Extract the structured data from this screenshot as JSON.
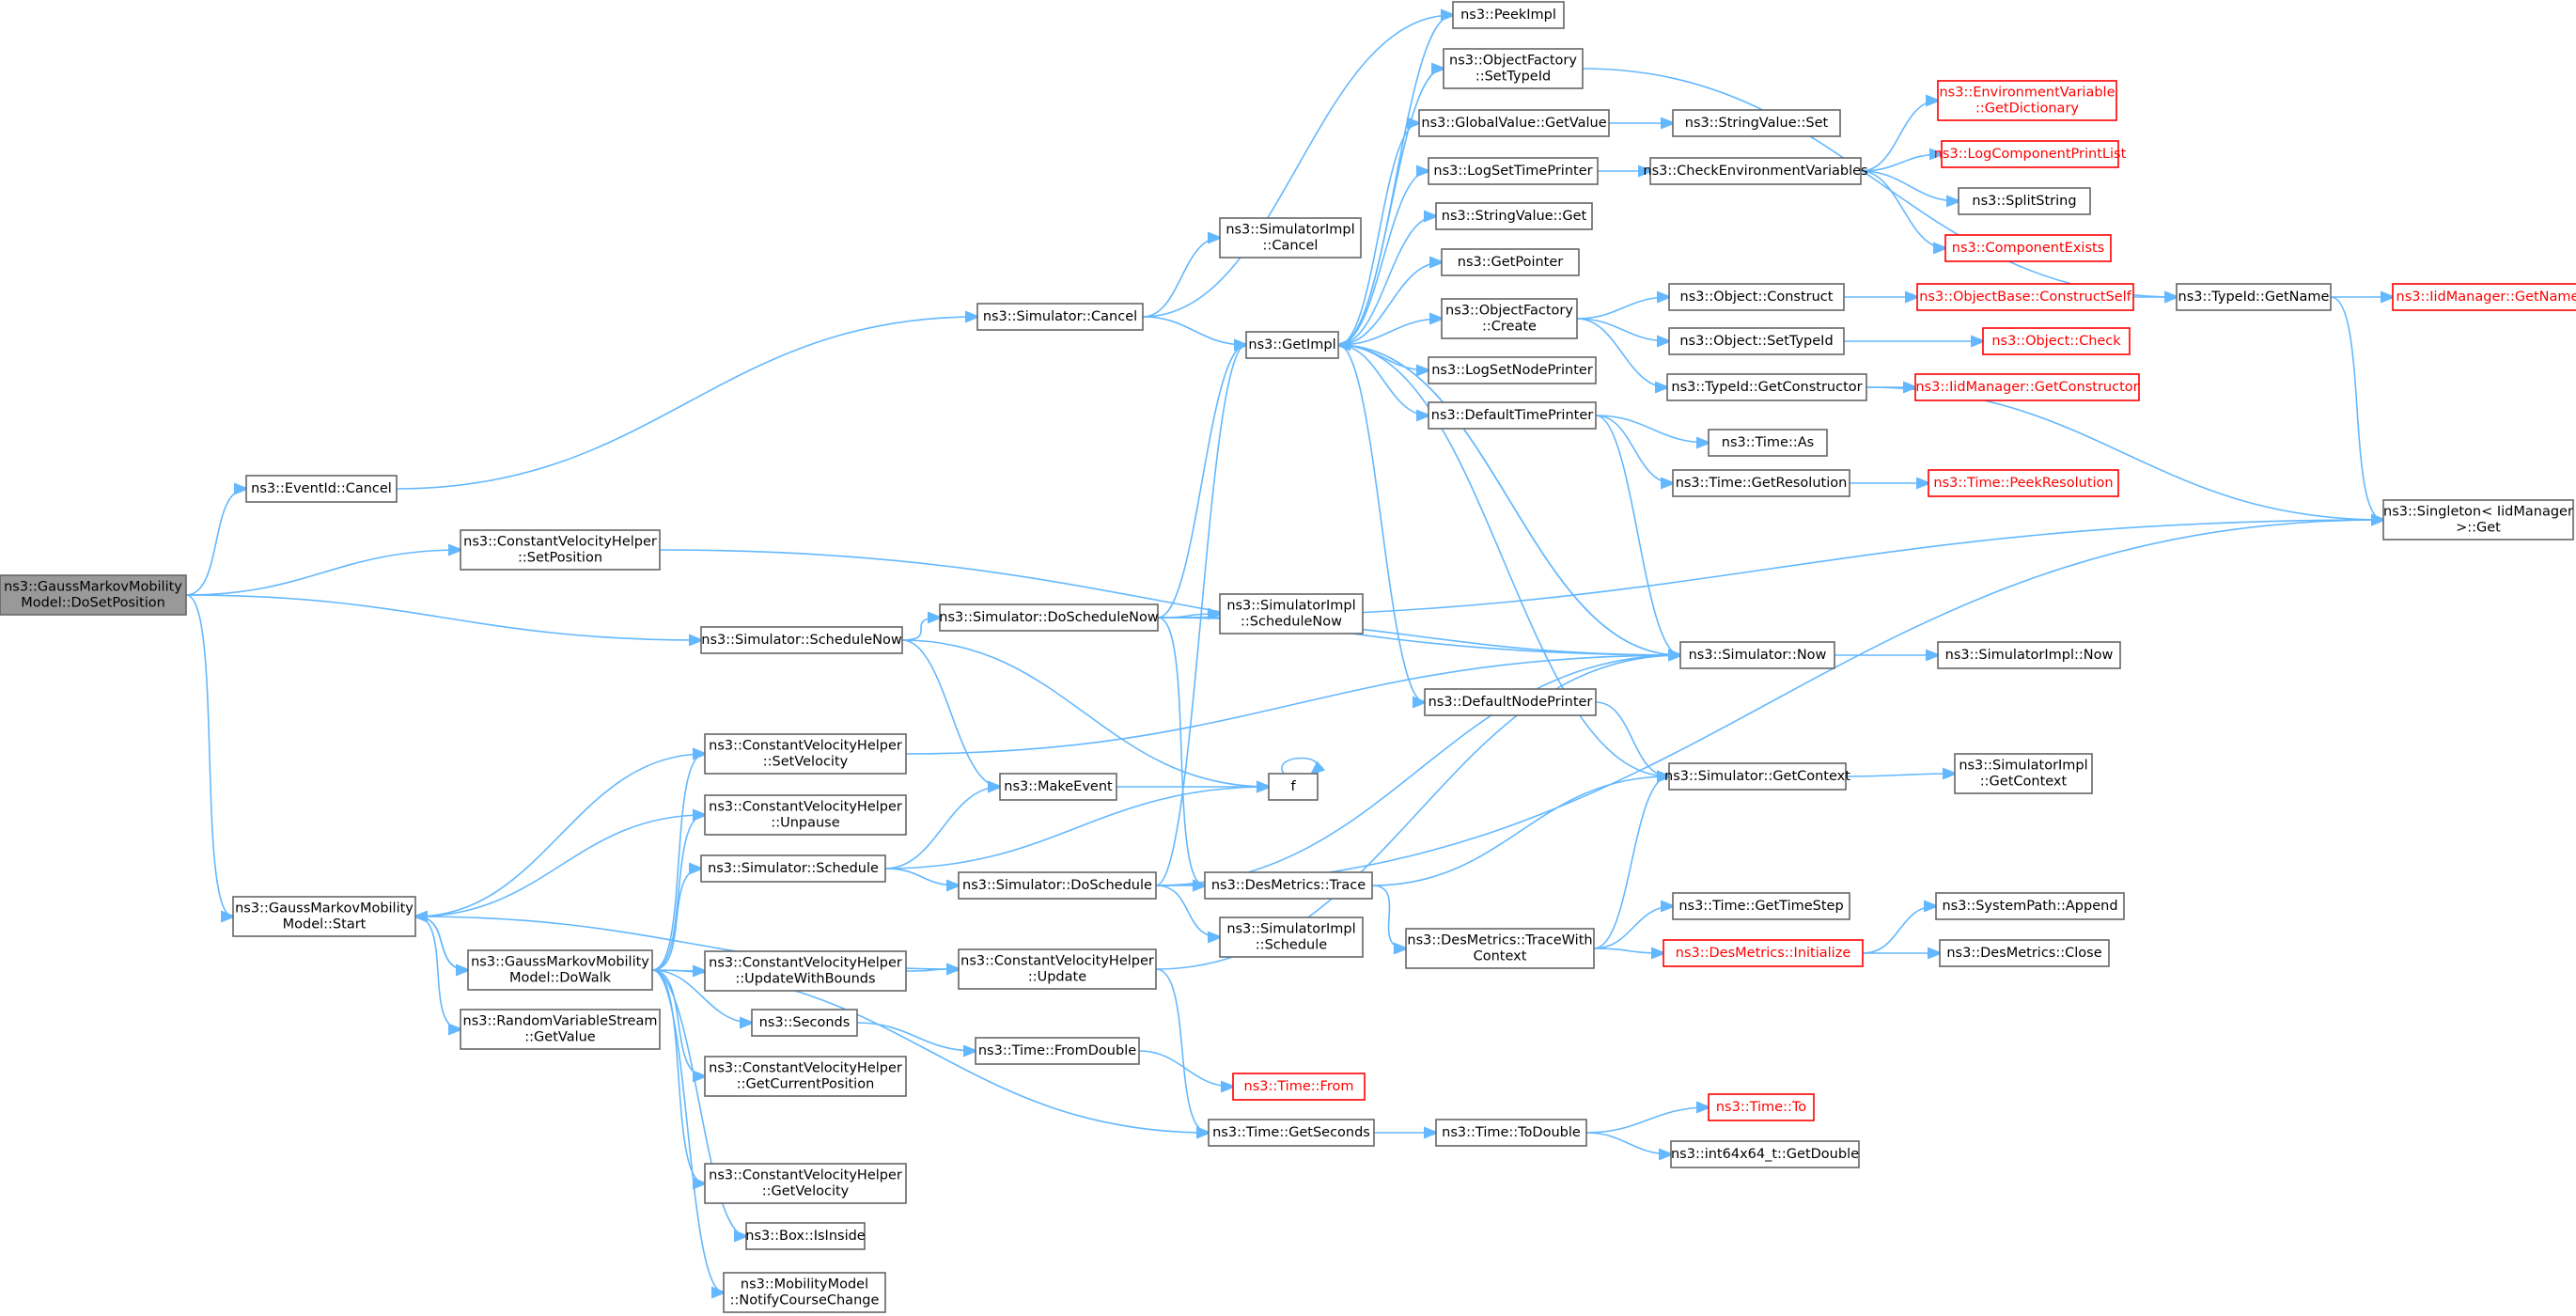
{
  "diagram": {
    "type": "call-graph",
    "colors": {
      "edge": "#63b8ff",
      "node_border": "#666666",
      "root_fill": "#999999",
      "incomplete_border": "#ff0000"
    },
    "nodes": [
      {
        "id": "root",
        "lines": [
          "ns3::GaussMarkovMobility",
          "Model::DoSetPosition"
        ],
        "style": "root"
      },
      {
        "id": "eventid_cancel",
        "lines": [
          "ns3::EventId::Cancel"
        ]
      },
      {
        "id": "cvh_setposition",
        "lines": [
          "ns3::ConstantVelocityHelper",
          "::SetPosition"
        ]
      },
      {
        "id": "sim_schedulenow",
        "lines": [
          "ns3::Simulator::ScheduleNow"
        ]
      },
      {
        "id": "gmm_start",
        "lines": [
          "ns3::GaussMarkovMobility",
          "Model::Start"
        ]
      },
      {
        "id": "sim_cancel",
        "lines": [
          "ns3::Simulator::Cancel"
        ]
      },
      {
        "id": "simimpl_cancel",
        "lines": [
          "ns3::SimulatorImpl",
          "::Cancel"
        ]
      },
      {
        "id": "getimpl",
        "lines": [
          "ns3::GetImpl"
        ]
      },
      {
        "id": "peekimpl",
        "lines": [
          "ns3::PeekImpl"
        ]
      },
      {
        "id": "of_settypeid",
        "lines": [
          "ns3::ObjectFactory",
          "::SetTypeId"
        ]
      },
      {
        "id": "gv_getvalue",
        "lines": [
          "ns3::GlobalValue::GetValue"
        ]
      },
      {
        "id": "logsettimeprinter",
        "lines": [
          "ns3::LogSetTimePrinter"
        ]
      },
      {
        "id": "sv_get",
        "lines": [
          "ns3::StringValue::Get"
        ]
      },
      {
        "id": "getpointer",
        "lines": [
          "ns3::GetPointer"
        ]
      },
      {
        "id": "of_create",
        "lines": [
          "ns3::ObjectFactory",
          "::Create"
        ]
      },
      {
        "id": "logsetnodeprinter",
        "lines": [
          "ns3::LogSetNodePrinter"
        ]
      },
      {
        "id": "defaulttimeprinter",
        "lines": [
          "ns3::DefaultTimePrinter"
        ]
      },
      {
        "id": "defaultnodeprinter",
        "lines": [
          "ns3::DefaultNodePrinter"
        ]
      },
      {
        "id": "sv_set",
        "lines": [
          "ns3::StringValue::Set"
        ]
      },
      {
        "id": "checkenv",
        "lines": [
          "ns3::CheckEnvironmentVariables"
        ]
      },
      {
        "id": "envvar_getdict",
        "lines": [
          "ns3::EnvironmentVariable",
          "::GetDictionary"
        ],
        "style": "red"
      },
      {
        "id": "logcompprintlist",
        "lines": [
          "ns3::LogComponentPrintList"
        ],
        "style": "red"
      },
      {
        "id": "splitstring",
        "lines": [
          "ns3::SplitString"
        ]
      },
      {
        "id": "componentexists",
        "lines": [
          "ns3::ComponentExists"
        ],
        "style": "red"
      },
      {
        "id": "obj_construct",
        "lines": [
          "ns3::Object::Construct"
        ]
      },
      {
        "id": "ob_constructself",
        "lines": [
          "ns3::ObjectBase::ConstructSelf"
        ],
        "style": "red"
      },
      {
        "id": "typeid_getname",
        "lines": [
          "ns3::TypeId::GetName"
        ]
      },
      {
        "id": "iidm_getname",
        "lines": [
          "ns3::IidManager::GetName"
        ],
        "style": "red"
      },
      {
        "id": "obj_settypeid",
        "lines": [
          "ns3::Object::SetTypeId"
        ]
      },
      {
        "id": "obj_check",
        "lines": [
          "ns3::Object::Check"
        ],
        "style": "red"
      },
      {
        "id": "typeid_getconstructor",
        "lines": [
          "ns3::TypeId::GetConstructor"
        ]
      },
      {
        "id": "iidm_getconstructor",
        "lines": [
          "ns3::IidManager::GetConstructor"
        ],
        "style": "red"
      },
      {
        "id": "time_as",
        "lines": [
          "ns3::Time::As"
        ]
      },
      {
        "id": "time_getresolution",
        "lines": [
          "ns3::Time::GetResolution"
        ]
      },
      {
        "id": "time_peekresolution",
        "lines": [
          "ns3::Time::PeekResolution"
        ],
        "style": "red"
      },
      {
        "id": "singleton_get",
        "lines": [
          "ns3::Singleton< IidManager",
          ">::Get"
        ]
      },
      {
        "id": "sim_doschedulenow",
        "lines": [
          "ns3::Simulator::DoScheduleNow"
        ]
      },
      {
        "id": "simimpl_schedulenow",
        "lines": [
          "ns3::SimulatorImpl",
          "::ScheduleNow"
        ]
      },
      {
        "id": "sim_now",
        "lines": [
          "ns3::Simulator::Now"
        ]
      },
      {
        "id": "simimpl_now",
        "lines": [
          "ns3::SimulatorImpl::Now"
        ]
      },
      {
        "id": "sim_getcontext",
        "lines": [
          "ns3::Simulator::GetContext"
        ]
      },
      {
        "id": "simimpl_getcontext",
        "lines": [
          "ns3::SimulatorImpl",
          "::GetContext"
        ]
      },
      {
        "id": "cvh_setvelocity",
        "lines": [
          "ns3::ConstantVelocityHelper",
          "::SetVelocity"
        ]
      },
      {
        "id": "cvh_unpause",
        "lines": [
          "ns3::ConstantVelocityHelper",
          "::Unpause"
        ]
      },
      {
        "id": "makeevent",
        "lines": [
          "ns3::MakeEvent"
        ]
      },
      {
        "id": "f",
        "lines": [
          "f"
        ]
      },
      {
        "id": "sim_schedule",
        "lines": [
          "ns3::Simulator::Schedule"
        ]
      },
      {
        "id": "sim_doschedule",
        "lines": [
          "ns3::Simulator::DoSchedule"
        ]
      },
      {
        "id": "desm_trace",
        "lines": [
          "ns3::DesMetrics::Trace"
        ]
      },
      {
        "id": "simimpl_schedule",
        "lines": [
          "ns3::SimulatorImpl",
          "::Schedule"
        ]
      },
      {
        "id": "desm_tracewithcontext",
        "lines": [
          "ns3::DesMetrics::TraceWith",
          "Context"
        ]
      },
      {
        "id": "time_gettimestep",
        "lines": [
          "ns3::Time::GetTimeStep"
        ]
      },
      {
        "id": "desm_initialize",
        "lines": [
          "ns3::DesMetrics::Initialize"
        ],
        "style": "red"
      },
      {
        "id": "systempath_append",
        "lines": [
          "ns3::SystemPath::Append"
        ]
      },
      {
        "id": "desm_close",
        "lines": [
          "ns3::DesMetrics::Close"
        ]
      },
      {
        "id": "gmm_dowalk",
        "lines": [
          "ns3::GaussMarkovMobility",
          "Model::DoWalk"
        ]
      },
      {
        "id": "rvs_getvalue",
        "lines": [
          "ns3::RandomVariableStream",
          "::GetValue"
        ]
      },
      {
        "id": "cvh_updatewithbounds",
        "lines": [
          "ns3::ConstantVelocityHelper",
          "::UpdateWithBounds"
        ]
      },
      {
        "id": "cvh_update",
        "lines": [
          "ns3::ConstantVelocityHelper",
          "::Update"
        ]
      },
      {
        "id": "seconds",
        "lines": [
          "ns3::Seconds"
        ]
      },
      {
        "id": "time_fromdouble",
        "lines": [
          "ns3::Time::FromDouble"
        ]
      },
      {
        "id": "time_from",
        "lines": [
          "ns3::Time::From"
        ],
        "style": "red"
      },
      {
        "id": "cvh_getcurrentposition",
        "lines": [
          "ns3::ConstantVelocityHelper",
          "::GetCurrentPosition"
        ]
      },
      {
        "id": "time_getseconds",
        "lines": [
          "ns3::Time::GetSeconds"
        ]
      },
      {
        "id": "time_todouble",
        "lines": [
          "ns3::Time::ToDouble"
        ]
      },
      {
        "id": "time_to",
        "lines": [
          "ns3::Time::To"
        ],
        "style": "red"
      },
      {
        "id": "int64_getdouble",
        "lines": [
          "ns3::int64x64_t::GetDouble"
        ]
      },
      {
        "id": "cvh_getvelocity",
        "lines": [
          "ns3::ConstantVelocityHelper",
          "::GetVelocity"
        ]
      },
      {
        "id": "box_isinside",
        "lines": [
          "ns3::Box::IsInside"
        ]
      },
      {
        "id": "mm_notifycoursechange",
        "lines": [
          "ns3::MobilityModel",
          "::NotifyCourseChange"
        ]
      }
    ],
    "edges": [
      [
        "root",
        "eventid_cancel"
      ],
      [
        "root",
        "cvh_setposition"
      ],
      [
        "root",
        "sim_schedulenow"
      ],
      [
        "root",
        "gmm_start"
      ],
      [
        "eventid_cancel",
        "sim_cancel"
      ],
      [
        "sim_cancel",
        "peekimpl"
      ],
      [
        "sim_cancel",
        "simimpl_cancel"
      ],
      [
        "sim_cancel",
        "getimpl"
      ],
      [
        "getimpl",
        "peekimpl"
      ],
      [
        "getimpl",
        "of_settypeid"
      ],
      [
        "getimpl",
        "gv_getvalue"
      ],
      [
        "getimpl",
        "logsettimeprinter"
      ],
      [
        "getimpl",
        "sv_get"
      ],
      [
        "getimpl",
        "getpointer"
      ],
      [
        "getimpl",
        "of_create"
      ],
      [
        "getimpl",
        "logsetnodeprinter"
      ],
      [
        "getimpl",
        "defaulttimeprinter"
      ],
      [
        "getimpl",
        "defaultnodeprinter"
      ],
      [
        "getimpl",
        "sim_now"
      ],
      [
        "of_settypeid",
        "typeid_getname"
      ],
      [
        "gv_getvalue",
        "sv_set"
      ],
      [
        "logsettimeprinter",
        "checkenv"
      ],
      [
        "checkenv",
        "envvar_getdict"
      ],
      [
        "checkenv",
        "logcompprintlist"
      ],
      [
        "checkenv",
        "splitstring"
      ],
      [
        "checkenv",
        "componentexists"
      ],
      [
        "of_create",
        "obj_construct"
      ],
      [
        "of_create",
        "obj_settypeid"
      ],
      [
        "of_create",
        "typeid_getconstructor"
      ],
      [
        "obj_construct",
        "ob_constructself"
      ],
      [
        "ob_constructself",
        "typeid_getname"
      ],
      [
        "typeid_getname",
        "iidm_getname"
      ],
      [
        "typeid_getname",
        "singleton_get"
      ],
      [
        "obj_settypeid",
        "obj_check"
      ],
      [
        "typeid_getconstructor",
        "iidm_getconstructor"
      ],
      [
        "typeid_getconstructor",
        "singleton_get"
      ],
      [
        "defaulttimeprinter",
        "time_as"
      ],
      [
        "defaulttimeprinter",
        "time_getresolution"
      ],
      [
        "defaulttimeprinter",
        "sim_now"
      ],
      [
        "time_getresolution",
        "time_peekresolution"
      ],
      [
        "defaultnodeprinter",
        "sim_getcontext"
      ],
      [
        "cvh_setposition",
        "sim_now"
      ],
      [
        "sim_schedulenow",
        "sim_doschedulenow"
      ],
      [
        "sim_schedulenow",
        "makeevent"
      ],
      [
        "sim_schedulenow",
        "f"
      ],
      [
        "sim_doschedulenow",
        "getimpl"
      ],
      [
        "sim_doschedulenow",
        "simimpl_schedulenow"
      ],
      [
        "sim_doschedulenow",
        "sim_now"
      ],
      [
        "sim_doschedulenow",
        "singleton_get"
      ],
      [
        "sim_doschedulenow",
        "desm_trace"
      ],
      [
        "sim_now",
        "simimpl_now"
      ],
      [
        "sim_now",
        "getimpl"
      ],
      [
        "sim_getcontext",
        "simimpl_getcontext"
      ],
      [
        "sim_getcontext",
        "getimpl"
      ],
      [
        "cvh_setvelocity",
        "sim_now"
      ],
      [
        "makeevent",
        "f"
      ],
      [
        "f",
        "f"
      ],
      [
        "sim_schedule",
        "makeevent"
      ],
      [
        "sim_schedule",
        "f"
      ],
      [
        "sim_schedule",
        "sim_doschedule"
      ],
      [
        "sim_doschedule",
        "getimpl"
      ],
      [
        "sim_doschedule",
        "sim_now"
      ],
      [
        "sim_doschedule",
        "desm_trace"
      ],
      [
        "sim_doschedule",
        "simimpl_schedule"
      ],
      [
        "sim_doschedule",
        "singleton_get"
      ],
      [
        "desm_trace",
        "sim_getcontext"
      ],
      [
        "desm_trace",
        "desm_tracewithcontext"
      ],
      [
        "desm_tracewithcontext",
        "sim_getcontext"
      ],
      [
        "desm_tracewithcontext",
        "time_gettimestep"
      ],
      [
        "desm_tracewithcontext",
        "desm_initialize"
      ],
      [
        "desm_initialize",
        "systempath_append"
      ],
      [
        "desm_initialize",
        "desm_close"
      ],
      [
        "gmm_start",
        "cvh_setvelocity"
      ],
      [
        "gmm_start",
        "cvh_unpause"
      ],
      [
        "gmm_start",
        "gmm_dowalk"
      ],
      [
        "gmm_start",
        "cvh_update"
      ],
      [
        "gmm_start",
        "rvs_getvalue"
      ],
      [
        "gmm_dowalk",
        "gmm_start"
      ],
      [
        "gmm_dowalk",
        "cvh_setvelocity"
      ],
      [
        "gmm_dowalk",
        "cvh_unpause"
      ],
      [
        "gmm_dowalk",
        "sim_schedule"
      ],
      [
        "gmm_dowalk",
        "cvh_updatewithbounds"
      ],
      [
        "gmm_dowalk",
        "seconds"
      ],
      [
        "gmm_dowalk",
        "cvh_getcurrentposition"
      ],
      [
        "gmm_dowalk",
        "time_getseconds"
      ],
      [
        "gmm_dowalk",
        "cvh_getvelocity"
      ],
      [
        "gmm_dowalk",
        "box_isinside"
      ],
      [
        "gmm_dowalk",
        "mm_notifycoursechange"
      ],
      [
        "cvh_updatewithbounds",
        "cvh_update"
      ],
      [
        "cvh_update",
        "sim_now"
      ],
      [
        "cvh_update",
        "time_getseconds"
      ],
      [
        "seconds",
        "time_fromdouble"
      ],
      [
        "time_fromdouble",
        "time_from"
      ],
      [
        "time_getseconds",
        "time_todouble"
      ],
      [
        "time_todouble",
        "time_to"
      ],
      [
        "time_todouble",
        "int64_getdouble"
      ]
    ]
  }
}
